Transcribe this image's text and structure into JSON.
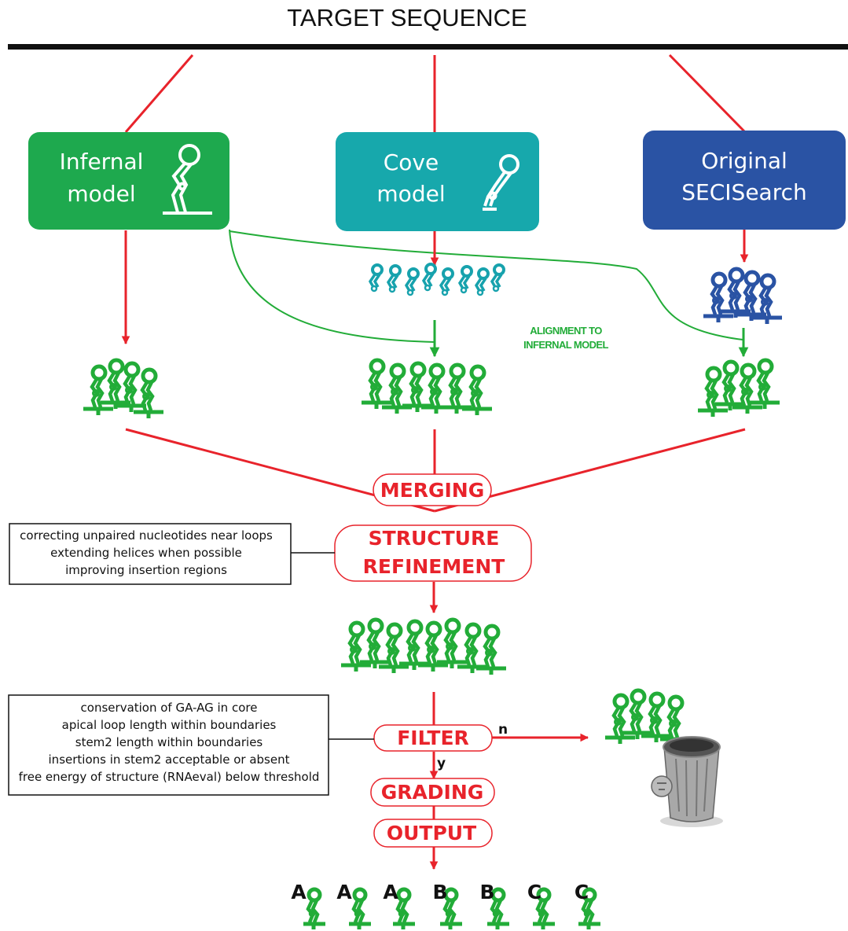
{
  "title": "TARGET SEQUENCE",
  "models": {
    "infernal": {
      "line1": "Infernal",
      "line2": "model",
      "color": "#1ea94e"
    },
    "cove": {
      "line1": "Cove",
      "line2": "model",
      "color": "#17a8ac"
    },
    "original": {
      "line1": "Original",
      "line2": "SECISearch",
      "color": "#2a53a4"
    }
  },
  "alignment_note": {
    "line1": "ALIGNMENT TO",
    "line2": "INFERNAL MODEL"
  },
  "steps": {
    "merging": "MERGING",
    "refinement_line1": "STRUCTURE",
    "refinement_line2": "REFINEMENT",
    "filter": "FILTER",
    "grading": "GRADING",
    "output": "OUTPUT"
  },
  "refinement_notes": [
    "correcting unpaired nucleotides near loops",
    "extending helices when possible",
    "improving insertion regions"
  ],
  "filter_notes": [
    "conservation of GA-AG in core",
    "apical loop length within boundaries",
    "stem2 length within boundaries",
    "insertions in stem2 acceptable or absent",
    "free energy of structure (RNAeval) below threshold"
  ],
  "filter_branches": {
    "no": "n",
    "yes": "y"
  },
  "grades": [
    "A",
    "A",
    "A",
    "B",
    "B",
    "C",
    "C"
  ],
  "colors": {
    "arrow": "#e8232b",
    "green": "#22ac38",
    "teal": "#17a2ad",
    "blue": "#2a53a4"
  },
  "icons": [
    "secis-hairpin-icon",
    "trash-can-icon"
  ]
}
